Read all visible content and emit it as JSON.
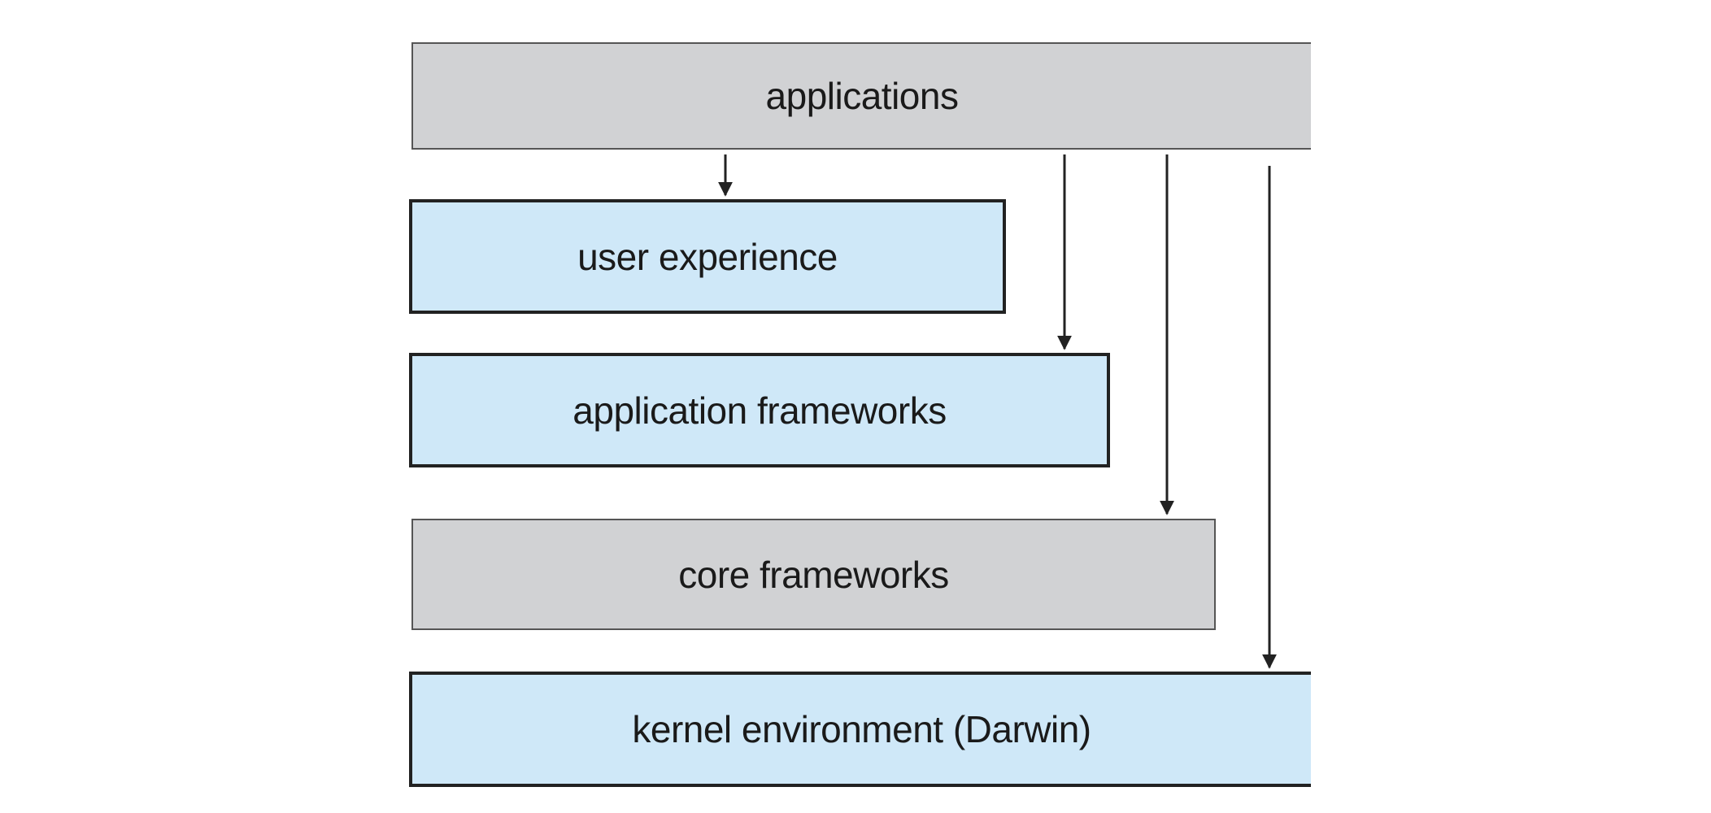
{
  "layers": {
    "applications": "applications",
    "user_experience": "user experience",
    "application_frameworks": "application frameworks",
    "core_frameworks": "core frameworks",
    "kernel_environment": "kernel environment (Darwin)"
  },
  "colors": {
    "gray_layer": "#d1d2d4",
    "blue_layer": "#cfe8f8",
    "arrow": "#222222"
  }
}
